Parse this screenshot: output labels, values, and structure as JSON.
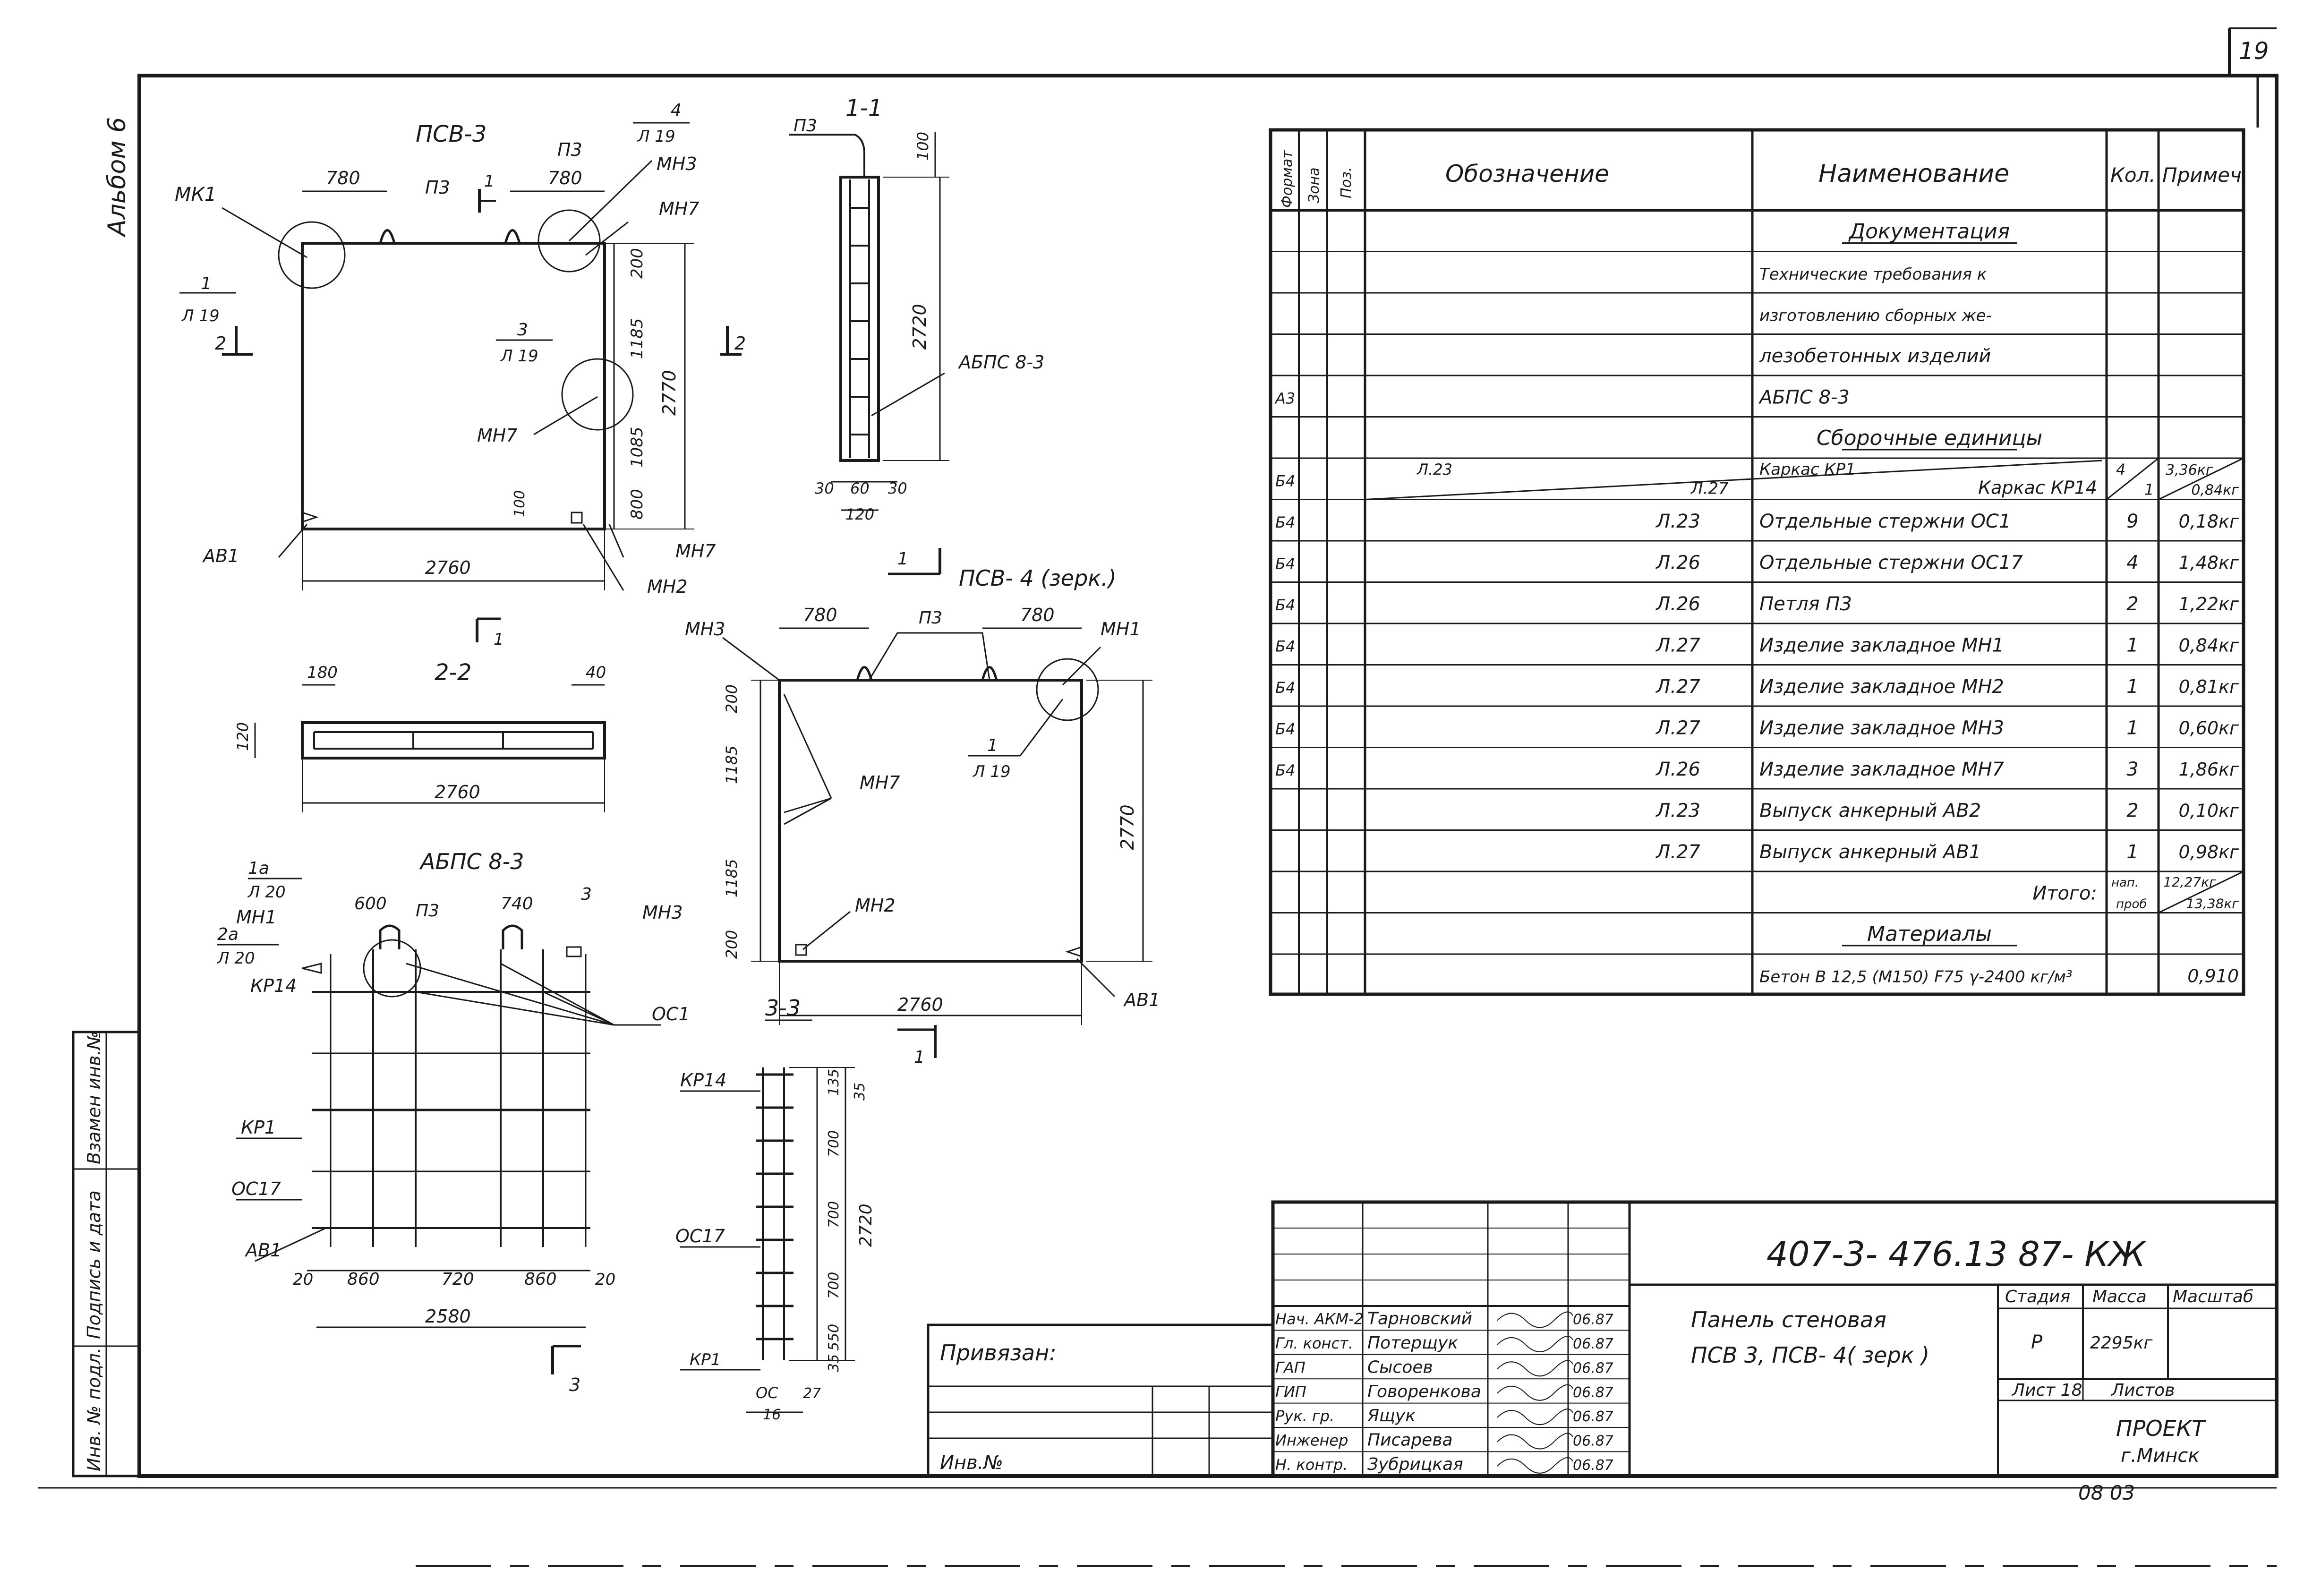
{
  "sheet": {
    "page_number": "19",
    "album": "Альбом 6"
  },
  "side_stamp": {
    "cells": [
      "Инв. № подл.",
      "Подпись и дата",
      "Взамен инв.№"
    ]
  },
  "drawing": {
    "view_psv3": {
      "title": "ПСВ-3",
      "dims": {
        "d780a": "780",
        "d780b": "780",
        "d200": "200",
        "d1185a": "1185",
        "d1085": "1085",
        "d800": "800",
        "d100": "100",
        "d2770": "2770",
        "d2760": "2760"
      },
      "labels": {
        "mk1": "МК1",
        "p3a": "П3",
        "p3b": "П3",
        "mn3": "МН3",
        "mn7a": "МН7",
        "mn7b": "МН7",
        "mn7c": "МН7",
        "mn2": "МН2",
        "ab1": "АВ1"
      },
      "callouts": {
        "c1": "1",
        "c1s": "Л 19",
        "c3": "3",
        "c3s": "Л 19",
        "c4": "4",
        "c4s": "Л 19",
        "cut1": "1",
        "cut1b": "1",
        "cut2": "2",
        "cut2b": "2"
      }
    },
    "section_1_1": {
      "title": "1-1",
      "dims": {
        "d100": "100",
        "d2720": "2720",
        "d30a": "30",
        "d60": "60",
        "d30b": "30",
        "d120": "120"
      },
      "labels": {
        "p3": "П3",
        "frame": "АБПС 8-3"
      }
    },
    "section_2_2": {
      "title": "2-2",
      "dims": {
        "d180": "180",
        "d40": "40",
        "d120": "120",
        "d2760": "2760"
      }
    },
    "view_psv4": {
      "title": "ПСВ- 4 (зерк.)",
      "dims": {
        "d780a": "780",
        "d780b": "780",
        "d200a": "200",
        "d1185a": "1185",
        "d1185b": "1185",
        "d200b": "200",
        "d2770": "2770",
        "d2760": "2760"
      },
      "labels": {
        "mn3": "МН3",
        "mn1": "МН1",
        "p3": "П3",
        "mn7": "МН7",
        "mn2": "МН2",
        "ab1": "АВ1"
      },
      "callouts": {
        "c1": "1",
        "c1s": "Л 19",
        "cut1": "1"
      }
    },
    "view_abps": {
      "title": "АБПС 8-3",
      "dims": {
        "d600": "600",
        "d740": "740",
        "d3": "3",
        "d20a": "20",
        "d860a": "860",
        "d720": "720",
        "d860b": "860",
        "d20b": "20",
        "d2580": "2580"
      },
      "labels": {
        "mn1": "МН1",
        "mn3": "МН3",
        "p3": "П3",
        "kr14": "КР14",
        "kr1": "КР1",
        "oc17": "ОС17",
        "ab1": "АВ1",
        "oc1": "ОС1"
      },
      "callouts": {
        "c1a": "1а",
        "c1as": "Л 20",
        "c2a": "2а",
        "c2as": "Л 20",
        "cut3": "3"
      }
    },
    "section_3_3": {
      "title": "3-3",
      "dims": {
        "d135": "135",
        "d35a": "35",
        "d700a": "700",
        "d700b": "700",
        "d700c": "700",
        "d550": "550",
        "d35b": "35",
        "d2720": "2720",
        "d27": "27",
        "d16": "16"
      },
      "labels": {
        "kr14": "КР14",
        "oc17": "ОС17",
        "kr1": "КР1",
        "oc": "ОС"
      },
      "callouts": {
        "cut1": "1"
      }
    }
  },
  "spec_table": {
    "headers": {
      "format": "Формат",
      "zone": "Зона",
      "pos": "Поз.",
      "designation": "Обозначение",
      "name": "Наименование",
      "qty": "Кол.",
      "note": "Примеч."
    },
    "rows": [
      {
        "format": "",
        "designation": "",
        "name": "Документация",
        "qty": "",
        "note": "",
        "style": "heading"
      },
      {
        "format": "",
        "designation": "",
        "name": "Технические требования к",
        "qty": "",
        "note": "",
        "style": "small"
      },
      {
        "format": "",
        "designation": "",
        "name": "изготовлению сборных же-",
        "qty": "",
        "note": "",
        "style": "small"
      },
      {
        "format": "",
        "designation": "",
        "name": "лезобетонных изделий",
        "qty": "",
        "note": ""
      },
      {
        "format": "А3",
        "designation": "",
        "name": "АБПС 8-3",
        "qty": "",
        "note": ""
      },
      {
        "format": "",
        "designation": "",
        "name": "Сборочные единицы",
        "qty": "",
        "note": "",
        "style": "heading"
      },
      {
        "format": "Б4",
        "designation": "Л.23",
        "designation2": "Л.27",
        "name": "Каркас КР1",
        "name2": "Каркас КР14",
        "qty": "4",
        "qty2": "1",
        "note": "3,36кг",
        "note2": "0,84кг",
        "style": "split"
      },
      {
        "format": "Б4",
        "designation": "Л.23",
        "name": "Отдельные стержни ОС1",
        "qty": "9",
        "note": "0,18кг"
      },
      {
        "format": "Б4",
        "designation": "Л.26",
        "name": "Отдельные стержни ОС17",
        "qty": "4",
        "note": "1,48кг"
      },
      {
        "format": "Б4",
        "designation": "Л.26",
        "name": "Петля               П3",
        "qty": "2",
        "note": "1,22кг"
      },
      {
        "format": "Б4",
        "designation": "Л.27",
        "name": "Изделие закладное МН1",
        "qty": "1",
        "note": "0,84кг"
      },
      {
        "format": "Б4",
        "designation": "Л.27",
        "name": "Изделие закладное МН2",
        "qty": "1",
        "note": "0,81кг"
      },
      {
        "format": "Б4",
        "designation": "Л.27",
        "name": "Изделие закладное МН3",
        "qty": "1",
        "note": "0,60кг"
      },
      {
        "format": "Б4",
        "designation": "Л.26",
        "name": "Изделие закладное МН7",
        "qty": "3",
        "note": "1,86кг"
      },
      {
        "format": "",
        "designation": "Л.23",
        "name": "Выпуск анкерный   АВ2",
        "qty": "2",
        "note": "0,10кг"
      },
      {
        "format": "",
        "designation": "Л.27",
        "name": "Выпуск анкерный    АВ1",
        "qty": "1",
        "note": "0,98кг"
      },
      {
        "format": "",
        "designation": "",
        "name": "Итого:",
        "qty": "нап.",
        "qty2": "проб",
        "note": "12,27кг",
        "note2": "13,38кг",
        "style": "total"
      },
      {
        "format": "",
        "designation": "",
        "name": "Материалы",
        "qty": "",
        "note": "",
        "style": "heading"
      },
      {
        "format": "",
        "designation": "",
        "name": "Бетон В 12,5 (М150) F75 γ-2400 кг/м³",
        "qty": "",
        "note": "0,910",
        "style": "small"
      }
    ]
  },
  "title_block": {
    "doc_code": "407-3- 476.13 87- КЖ",
    "title_line1": "Панель стеновая",
    "title_line2": "ПСВ 3, ПСВ- 4( зерк )",
    "stage_label": "Стадия",
    "mass_label": "Масса",
    "scale_label": "Масштаб",
    "stage": "Р",
    "mass": "2295кг",
    "sheet_label": "Лист 18",
    "sheets_label": "Листов",
    "org_line1": "ПРОЕКТ",
    "org_line2": "г.Минск",
    "bottom_note": "08 03",
    "signers": [
      {
        "role": "Нач. АКМ-2",
        "name": "Тарновский",
        "date": "06.87"
      },
      {
        "role": "Гл. конст.",
        "name": "Потерщук",
        "date": "06.87"
      },
      {
        "role": "ГАП",
        "name": "Сысоев",
        "date": "06.87"
      },
      {
        "role": "ГИП",
        "name": "Говоренкова",
        "date": "06.87"
      },
      {
        "role": "Рук. гр.",
        "name": "Ящук",
        "date": "06.87"
      },
      {
        "role": "Инженер",
        "name": "Писарева",
        "date": "06.87"
      },
      {
        "role": "Н. контр.",
        "name": "Зубрицкая",
        "date": "06.87"
      }
    ]
  },
  "binding_block": {
    "label": "Привязан:",
    "inv_label": "Инв.№"
  }
}
